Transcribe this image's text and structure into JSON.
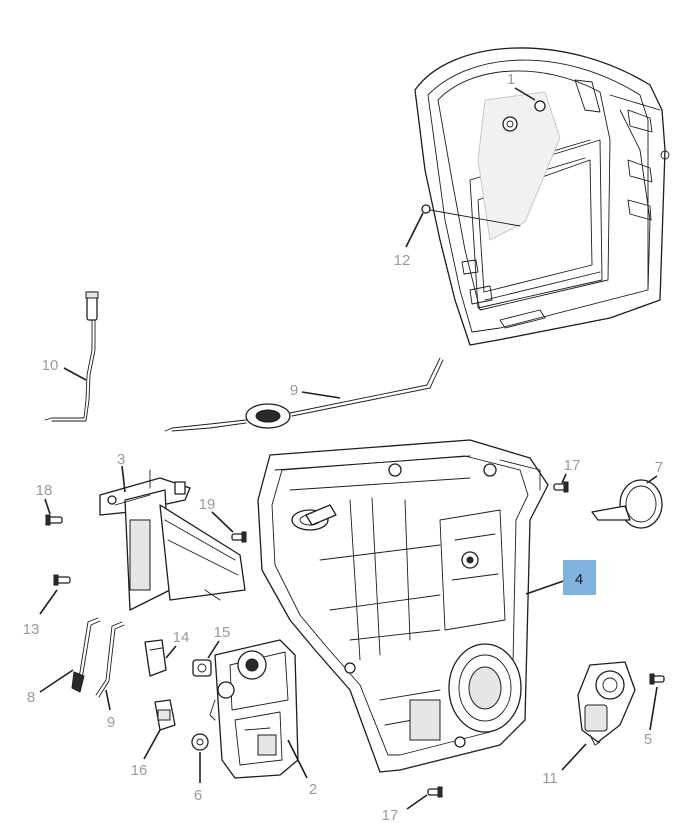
{
  "callouts": {
    "c1": "1",
    "c2": "2",
    "c3": "3",
    "c4": "4",
    "c5": "5",
    "c6": "6",
    "c7": "7",
    "c8": "8",
    "c9a": "9",
    "c9b": "9",
    "c10": "10",
    "c11": "11",
    "c12": "12",
    "c13": "13",
    "c14": "14",
    "c15": "15",
    "c16": "16",
    "c17a": "17",
    "c17b": "17",
    "c18": "18",
    "c19": "19"
  },
  "highlight_color": "#7fb2dc"
}
